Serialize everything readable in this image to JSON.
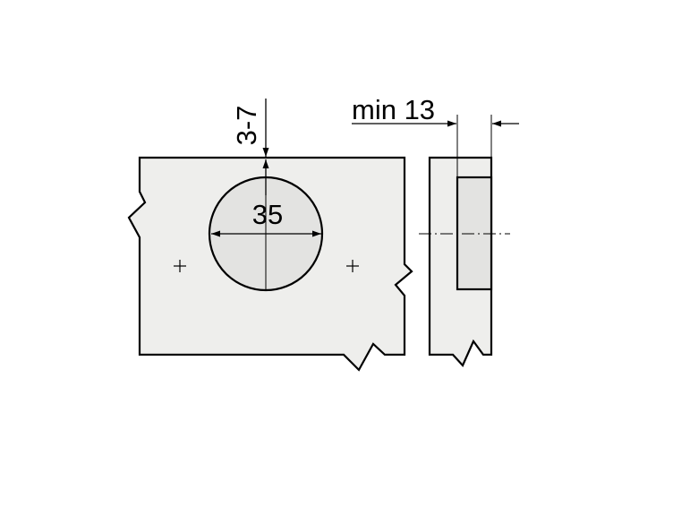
{
  "labels": {
    "depth": "3-7",
    "diameter": "35",
    "min_distance": "min 13"
  },
  "colors": {
    "line": "#000000",
    "panel_fill": "#eeeeec",
    "bore_fill": "#e3e3e1",
    "background": "#ffffff"
  }
}
